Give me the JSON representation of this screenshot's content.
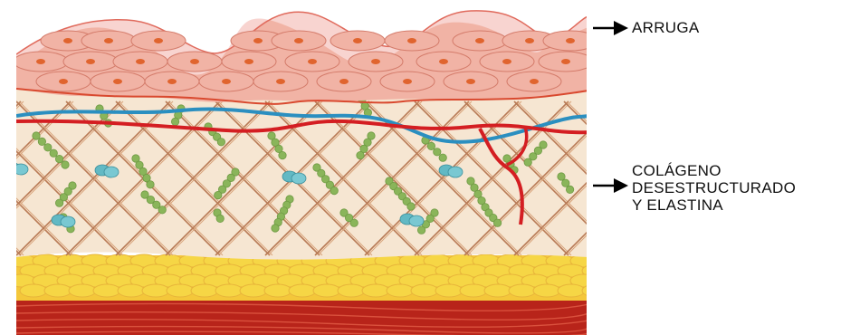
{
  "labels": {
    "wrinkle": "ARRUGA",
    "collagen_line1": "COLÁGENO",
    "collagen_line2": "DESESTRUCTURADO",
    "collagen_line3": "Y ELASTINA"
  },
  "colors": {
    "epidermis_top": "#f8d4d0",
    "epidermis_cells": "#f1b3a5",
    "nucleus": "#e0642e",
    "dermis": "#f6e6d2",
    "collagen_fiber": "#b87a55",
    "elastin_beads": "#8ab55a",
    "blue_vessel": "#2b8fc0",
    "red_vessel": "#d41e22",
    "fat": "#f6d645",
    "muscle": "#b8241a",
    "arrow": "#000000"
  }
}
